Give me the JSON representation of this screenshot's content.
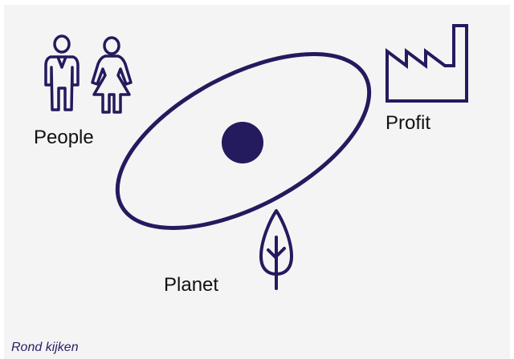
{
  "diagram": {
    "accent_color": "#241a5e",
    "labels": {
      "people": "People",
      "profit": "Profit",
      "planet": "Planet"
    },
    "icons": {
      "people": "man-and-woman-icon",
      "profit": "factory-icon",
      "planet": "tree-icon",
      "center": "dot-in-orbit"
    }
  },
  "caption": "Rond kijken"
}
